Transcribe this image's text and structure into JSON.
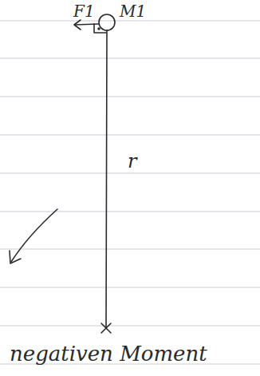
{
  "diagram": {
    "labels": [
      "F1",
      "M1",
      "r",
      "negativen Moment"
    ]
  }
}
